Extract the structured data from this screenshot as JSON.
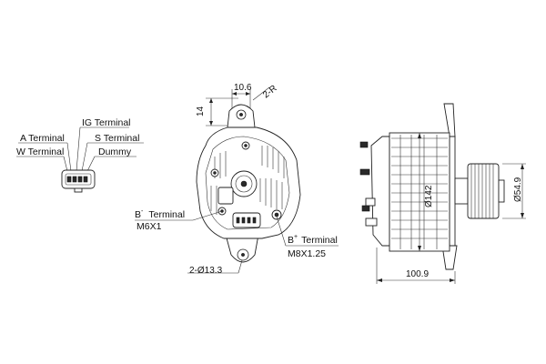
{
  "connector_labels": {
    "a_terminal": "A Terminal",
    "ig_terminal": "IG Terminal",
    "s_terminal": "S Terminal",
    "w_terminal": "W Terminal",
    "dummy": "Dummy"
  },
  "front_view": {
    "b_minus_label": "B",
    "b_minus_sup": "-",
    "b_minus_word": "Terminal",
    "b_minus_thread": "M6X1",
    "b_plus_label": "B",
    "b_plus_sup": "+",
    "b_plus_word": "Terminal",
    "b_plus_thread": "M8X1.25",
    "dim_top_width": "10.6",
    "dim_radius": "2-R",
    "dim_ear_height": "14",
    "dim_hole": "2-Ø13.3"
  },
  "side_view": {
    "dim_body_dia": "Ø142",
    "dim_pulley_dia": "Ø54.9",
    "dim_length": "100.9"
  }
}
